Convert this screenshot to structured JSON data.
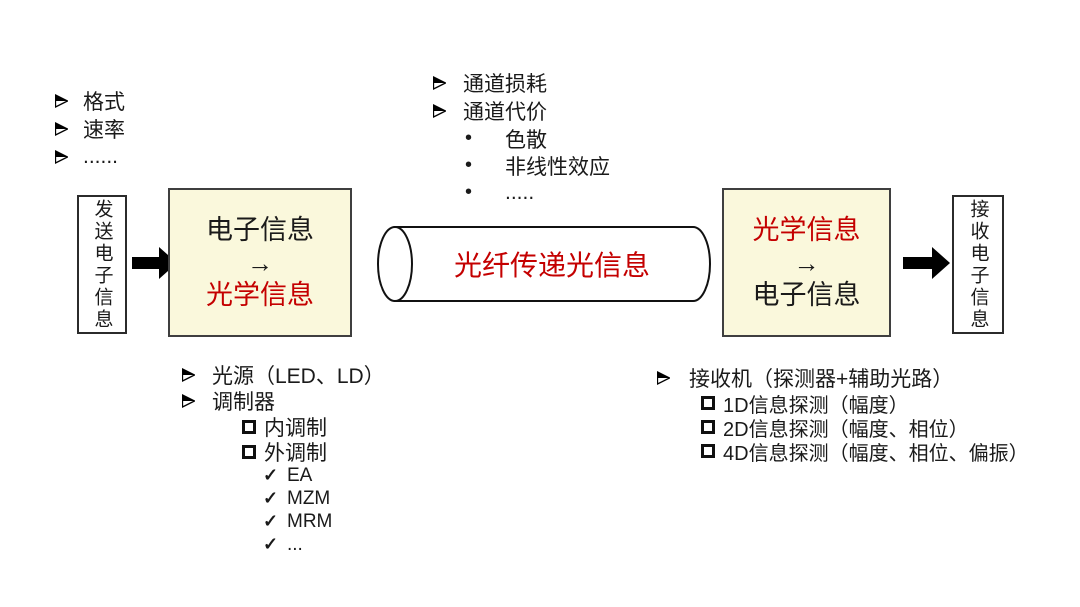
{
  "palette": {
    "accent_red": "#c40000",
    "box_fill": "#faf8dc",
    "box_border": "#3f3f3f",
    "text_black": "#1a1a1a"
  },
  "icons": {
    "arrow_bullet": "➢",
    "dot_bullet": "•",
    "square_bullet": "❑",
    "check_bullet": "✓",
    "flow_arrow": "thick-right-arrow"
  },
  "tx_params_list": {
    "items": [
      "格式",
      "速率",
      "......"
    ]
  },
  "channel_list": {
    "items": [
      "通道损耗",
      "通道代价"
    ],
    "sub_items": [
      "色散",
      "非线性效应",
      "....."
    ]
  },
  "sender_box": {
    "label": "发送电子信息"
  },
  "encoder_box": {
    "top": "电子信息",
    "arrow": "→",
    "bottom": "光学信息"
  },
  "fiber": {
    "label": "光纤传递光信息"
  },
  "decoder_box": {
    "top": "光学信息",
    "arrow": "→",
    "bottom": "电子信息"
  },
  "receiver_box": {
    "label": "接收电子信息"
  },
  "tx_detail_list": {
    "items": [
      "光源（LED、LD）",
      "调制器"
    ],
    "sub_items": [
      "内调制",
      "外调制"
    ],
    "check_items": [
      "EA",
      "MZM",
      "MRM",
      "..."
    ]
  },
  "rx_detail_list": {
    "item": "接收机（探测器+辅助光路）",
    "sub_items": [
      "1D信息探测（幅度）",
      "2D信息探测（幅度、相位）",
      "4D信息探测（幅度、相位、偏振）"
    ]
  }
}
